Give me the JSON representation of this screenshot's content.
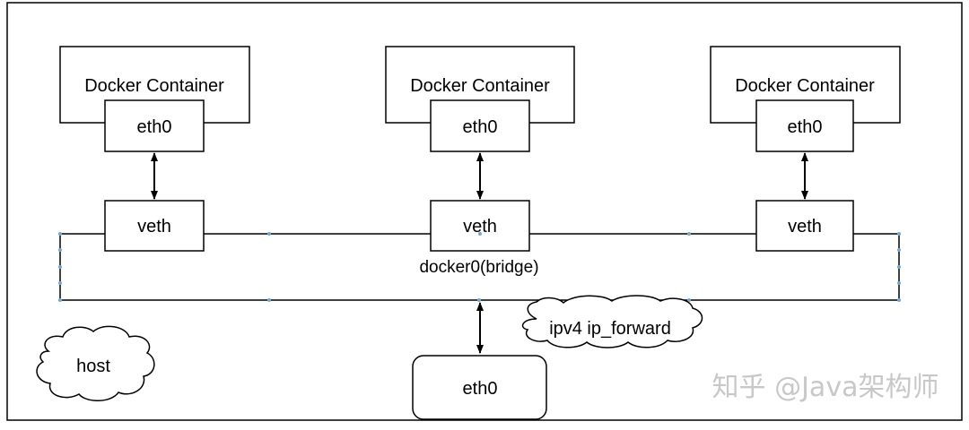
{
  "containers": [
    {
      "title": "Docker Container",
      "iface": "eth0",
      "veth": "veth"
    },
    {
      "title": "Docker Container",
      "iface": "eth0",
      "veth": "veth"
    },
    {
      "title": "Docker Container",
      "iface": "eth0",
      "veth": "veth"
    }
  ],
  "bridge": {
    "label": "docker0(bridge)"
  },
  "host": {
    "label": "host"
  },
  "forward": {
    "label": "ipv4 ip_forward"
  },
  "host_eth": {
    "label": "eth0"
  },
  "watermark": {
    "text": "知乎 @Java架构师"
  },
  "colors": {
    "stroke": "#000000",
    "handle": "#6fa8dc",
    "background": "#ffffff",
    "watermark": "#c8c8c8"
  }
}
